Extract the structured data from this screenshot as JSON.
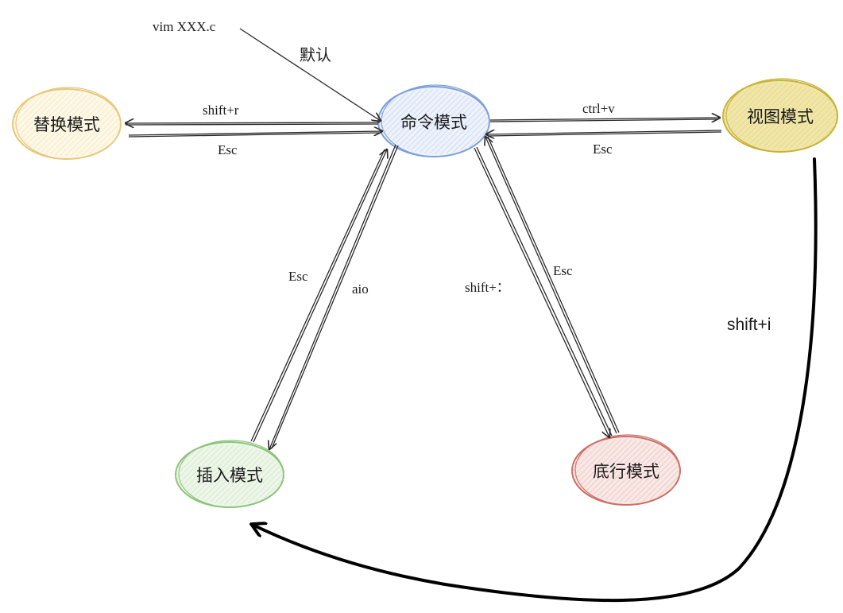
{
  "nodes": {
    "command": {
      "label": "命令模式",
      "fill": "#eef2fb",
      "stroke": "#7f9fd8",
      "hatch": "#b8c9ec"
    },
    "replace": {
      "label": "替换模式",
      "fill": "#fdf8e8",
      "stroke": "#e6c87a",
      "hatch": "#f2dfa6"
    },
    "view": {
      "label": "视图模式",
      "fill": "#f0e6a8",
      "stroke": "#c8b23a",
      "hatch": "#ddd07a"
    },
    "insert": {
      "label": "插入模式",
      "fill": "#eef6ea",
      "stroke": "#8cc47a",
      "hatch": "#c2e0b4"
    },
    "lastline": {
      "label": "底行模式",
      "fill": "#f8e8e6",
      "stroke": "#cc6f66",
      "hatch": "#e8b2ac"
    }
  },
  "edges": {
    "start_cmd": "vim  XXX.c",
    "start_default": "默认",
    "to_replace": "shift+r",
    "from_replace": "Esc",
    "to_view": "ctrl+v",
    "from_view": "Esc",
    "to_insert": "aio",
    "from_insert": "Esc",
    "to_lastline": "shift+：",
    "from_lastline": "Esc",
    "view_to_insert": "shift+i"
  }
}
